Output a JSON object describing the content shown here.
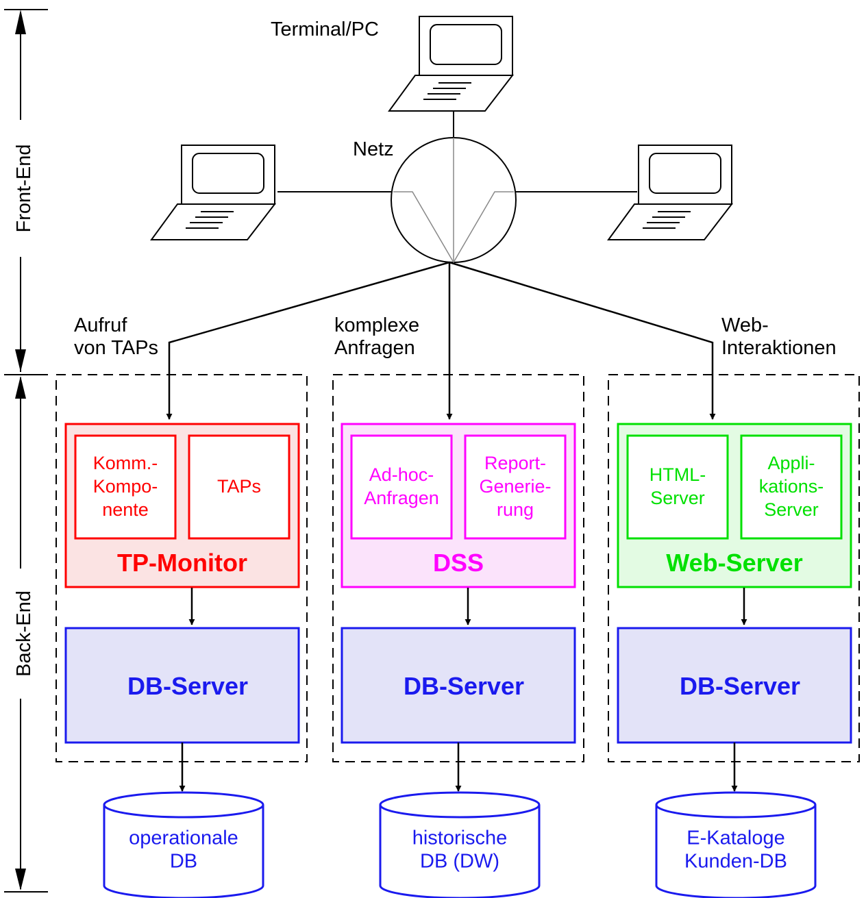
{
  "axis": {
    "front_end": "Front-End",
    "back_end": "Back-End"
  },
  "network": {
    "terminal_label": "Terminal/PC",
    "net_label": "Netz"
  },
  "columns": [
    {
      "call_label": [
        "Aufruf",
        "von TAPs"
      ],
      "server_title": "TP-Monitor",
      "server_color": "#ff0000",
      "server_fill": "#fbe3e3",
      "components": [
        [
          "Komm.-",
          "Kompo-",
          "nente"
        ],
        [
          "TAPs"
        ]
      ],
      "db_server": "DB-Server",
      "database": [
        "operationale",
        "DB"
      ]
    },
    {
      "call_label": [
        "komplexe",
        "Anfragen"
      ],
      "server_title": "DSS",
      "server_color": "#ff00ff",
      "server_fill": "#fbe3fb",
      "components": [
        [
          "Ad-hoc-",
          "Anfragen"
        ],
        [
          "Report-",
          "Generie-",
          "rung"
        ]
      ],
      "db_server": "DB-Server",
      "database": [
        "historische",
        "DB (DW)"
      ]
    },
    {
      "call_label": [
        "Web-",
        "Interaktionen"
      ],
      "server_title": "Web-Server",
      "server_color": "#00e000",
      "server_fill": "#e3fbe3",
      "components": [
        [
          "HTML-",
          "Server"
        ],
        [
          "Appli-",
          "kations-",
          "Server"
        ]
      ],
      "db_server": "DB-Server",
      "database": [
        "E-Kataloge",
        "Kunden-DB"
      ]
    }
  ],
  "colors": {
    "db_server_stroke": "#1a1aee",
    "db_server_fill": "#e3e3f8"
  }
}
